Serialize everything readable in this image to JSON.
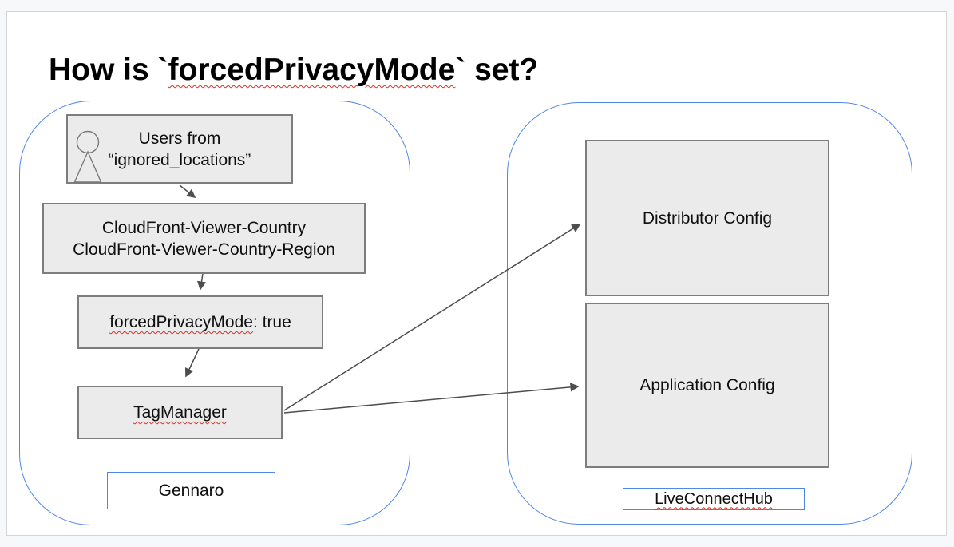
{
  "title": {
    "part1": "How is `",
    "word": "forcedPrivacyMode",
    "part3": "` set?"
  },
  "left_group": {
    "label": "Gennaro",
    "users_line1": "Users from",
    "users_line2": "“ignored_locations”",
    "cloudfront_line1": "CloudFront-Viewer-Country",
    "cloudfront_line2": "CloudFront-Viewer-Country-Region",
    "forced_key": "forcedPrivacyMode",
    "forced_rest": ": true",
    "tag_manager": "TagManager"
  },
  "right_group": {
    "label": "LiveConnectHub",
    "distributor": "Distributor Config",
    "application": "Application Config"
  },
  "icons": {
    "person": "person-icon"
  },
  "colors": {
    "page_bg": "#f7f8fa",
    "slide_bg": "#ffffff",
    "slide_border": "#d5d5d5",
    "container_border": "#4f87e8",
    "node_fill": "#ebebeb",
    "node_border": "#7d7d7d",
    "arrow": "#4d4d4d",
    "squiggle": "#d93025"
  }
}
